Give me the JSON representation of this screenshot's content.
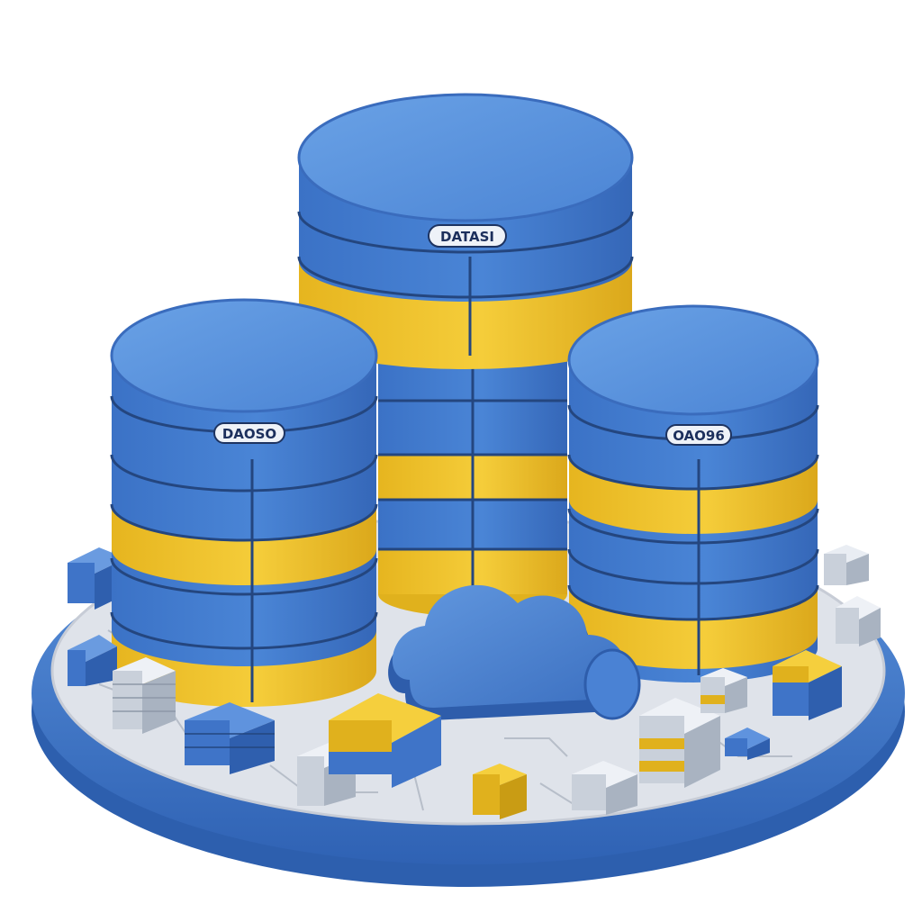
{
  "scene": {
    "labels": {
      "center_tower": "DATASI",
      "left_tower": "DAOSO",
      "right_tower": "OAO96"
    },
    "colors": {
      "base_blue": "#4a7fd0",
      "cylinder_blue": "#3f78cc",
      "cylinder_top": "#5b95df",
      "accent_yellow": "#f2c72f",
      "platform_grey": "#dde1e8",
      "cloud_blue": "#4a82d4"
    }
  }
}
